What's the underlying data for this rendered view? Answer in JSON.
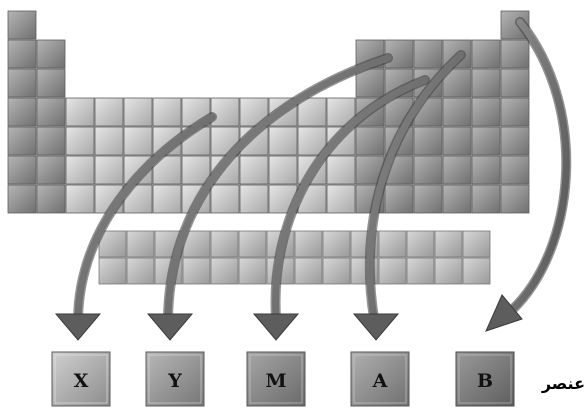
{
  "diagram": {
    "elements": [
      "X",
      "Y",
      "M",
      "A",
      "B"
    ],
    "caption": "عنصر",
    "colors": {
      "dark_block": "#8f8f8f",
      "light_block": "#c4c4c4",
      "arrow": "#6b6b6b",
      "box_dark": "#7d7d7d",
      "box_mid": "#9a9a9a",
      "box_light": "#b8b8b8"
    }
  }
}
